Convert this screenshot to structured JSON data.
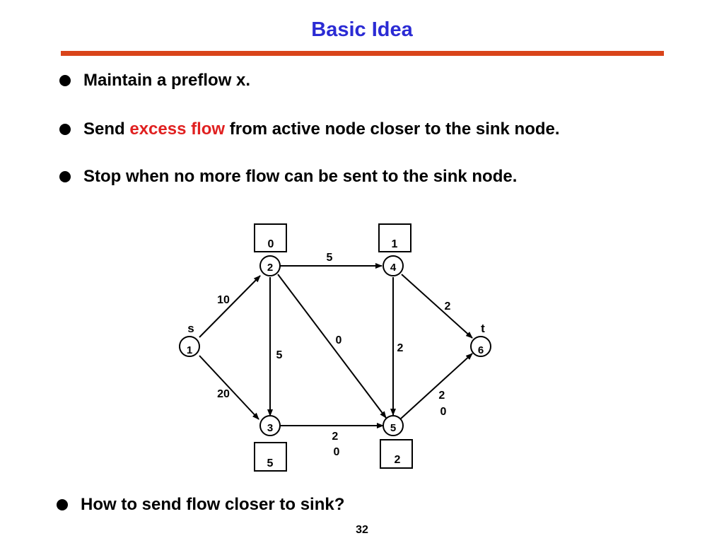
{
  "slide": {
    "title": "Basic Idea",
    "page_number": "32",
    "accent_color": "#d9441a",
    "title_color": "#2b2bd4",
    "highlight_color": "#e02020"
  },
  "bullets": [
    {
      "text": "Maintain a preflow x."
    },
    {
      "pre": "Send ",
      "highlight": "excess flow",
      "post": " from active node closer to the sink node."
    },
    {
      "text": "Stop when no more flow can be sent to the sink node."
    },
    {
      "text": "How to send flow closer to sink?"
    }
  ],
  "network": {
    "source_label": "s",
    "sink_label": "t",
    "nodes": [
      {
        "id": "1",
        "box": ""
      },
      {
        "id": "2",
        "box": "0"
      },
      {
        "id": "3",
        "box": "5"
      },
      {
        "id": "4",
        "box": "1"
      },
      {
        "id": "5",
        "box": "2"
      },
      {
        "id": "6",
        "box": ""
      }
    ],
    "arcs": [
      {
        "from": "1",
        "to": "2",
        "label": "10"
      },
      {
        "from": "1",
        "to": "3",
        "label": "20"
      },
      {
        "from": "2",
        "to": "3",
        "label": "5"
      },
      {
        "from": "2",
        "to": "4",
        "label": "5"
      },
      {
        "from": "2",
        "to": "5",
        "label": "0"
      },
      {
        "from": "3",
        "to": "5",
        "label": "2\n0"
      },
      {
        "from": "4",
        "to": "5",
        "label": "2"
      },
      {
        "from": "4",
        "to": "6",
        "label": "2"
      },
      {
        "from": "5",
        "to": "6",
        "label": "2\n0"
      }
    ]
  }
}
